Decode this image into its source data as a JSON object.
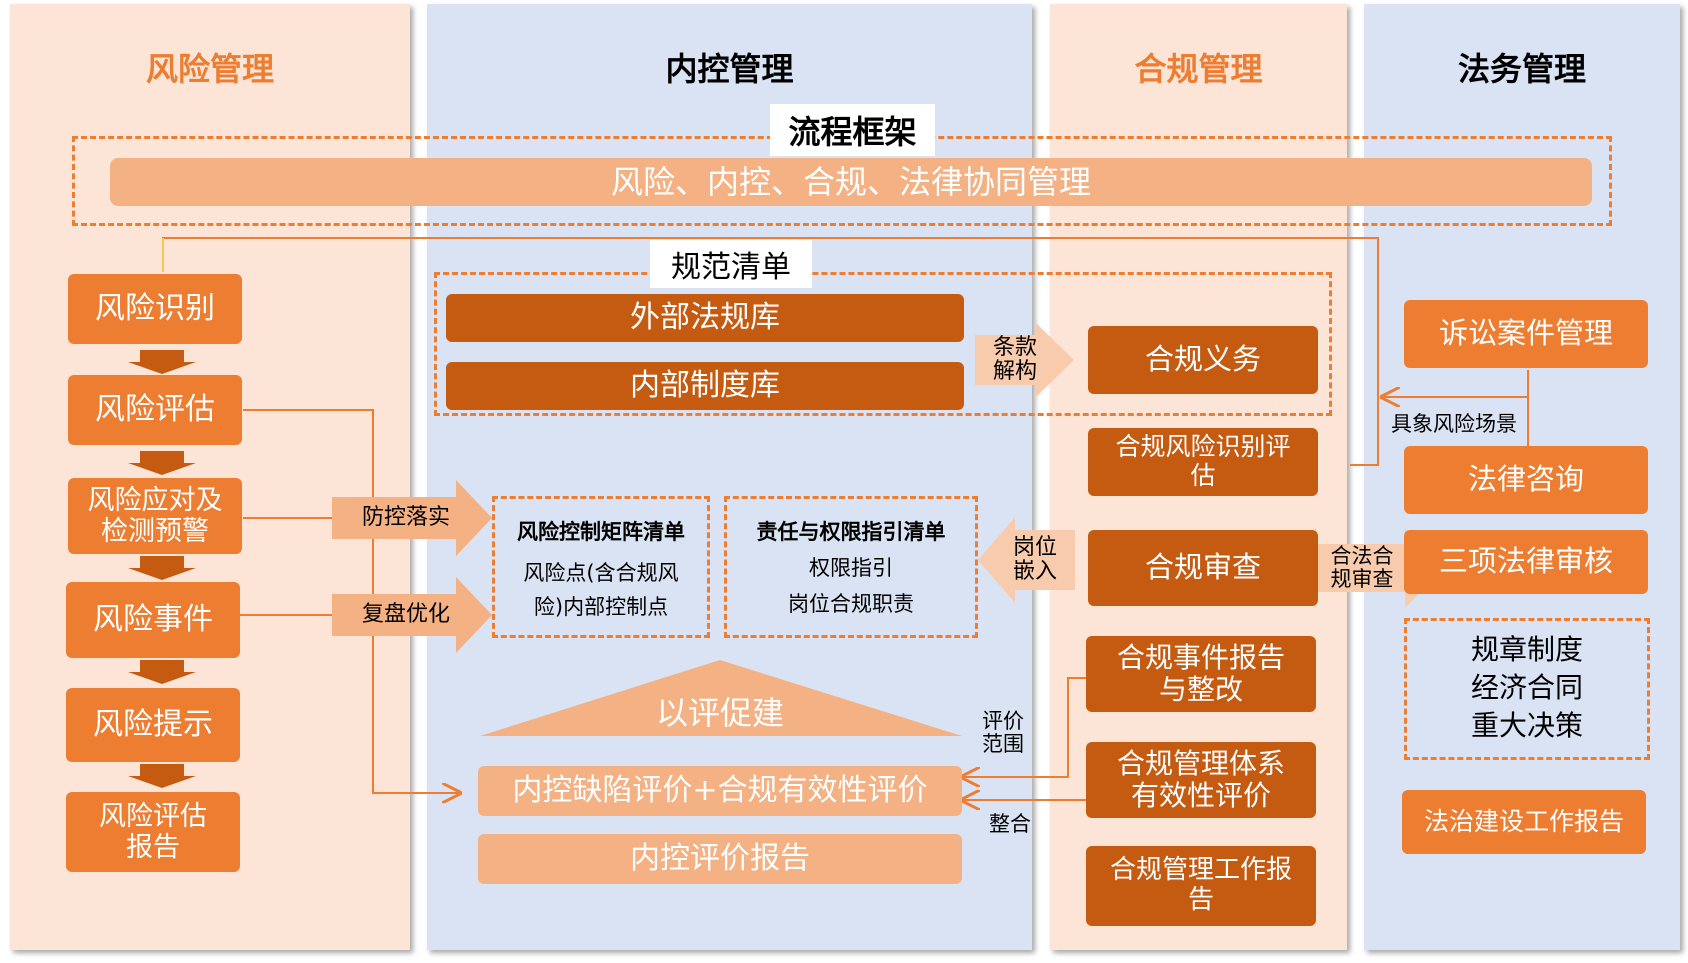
{
  "columns": {
    "risk": "风险管理",
    "internal_control": "内控管理",
    "compliance": "合规管理",
    "legal": "法务管理"
  },
  "process_framework": {
    "label": "流程框架",
    "bar": "风险、内控、合规、法律协同管理"
  },
  "standard_list": {
    "label": "规范清单",
    "external": "外部法规库",
    "internal": "内部制度库",
    "arrow_label": "条款\n解构"
  },
  "risk_steps": [
    "风险识别",
    "风险评估",
    "风险应对及\n检测预警",
    "风险事件",
    "风险提示",
    "风险评估\n报告"
  ],
  "risk_arrows": {
    "prevention": "防控落实",
    "review": "复盘优化"
  },
  "matrix": {
    "title": "风险控制矩阵清单",
    "body": "风险点(含合规风\n险)内部控制点"
  },
  "responsibility": {
    "title": "责任与权限指引清单",
    "line1": "权限指引",
    "line2": "岗位合规职责"
  },
  "post_embed": "岗位\n嵌入",
  "evaluation": {
    "triangle": "以评促建",
    "defect_eval": "内控缺陷评价+合规有效性评价",
    "report": "内控评价报告",
    "scope_label": "评价\n范围",
    "integrate_label": "整合"
  },
  "compliance_boxes": {
    "obligation": "合规义务",
    "risk_identify": "合规风险识别评\n估",
    "review": "合规审查",
    "event_report": "合规事件报告\n与整改",
    "system_eval": "合规管理体系\n有效性评价",
    "work_report": "合规管理工作报\n告"
  },
  "legal_boxes": {
    "litigation": "诉讼案件管理",
    "scenario_label": "具象风险场景",
    "consulting": "法律咨询",
    "three_review": "三项法律审核",
    "review_label": "合法合\n规审查",
    "items": [
      "规章制度",
      "经济合同",
      "重大决策"
    ],
    "rule_of_law_report": "法治建设工作报告"
  },
  "colors": {
    "orange": "#ED7D31",
    "dark_orange": "#C55A11",
    "light_orange": "#F4B183",
    "peach_bg": "#FCE4D6",
    "blue_bg": "#DAE3F3"
  }
}
